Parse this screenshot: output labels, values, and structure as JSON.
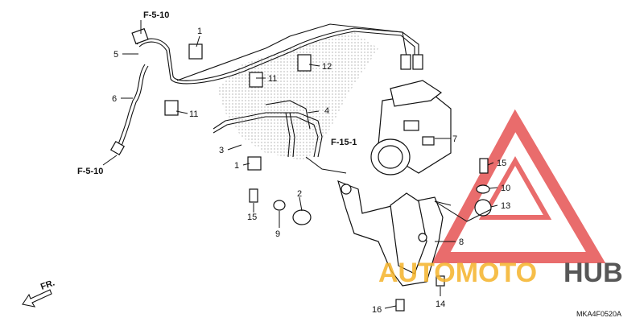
{
  "callouts": [
    "1",
    "1",
    "2",
    "3",
    "4",
    "5",
    "6",
    "7",
    "8",
    "9",
    "10",
    "11",
    "11",
    "12",
    "13",
    "14",
    "15",
    "15",
    "16"
  ],
  "refs": [
    "F-5-10",
    "F-5-10",
    "F-15-1"
  ],
  "direction_label": "FR.",
  "diagram_code": "MKA4F0520A",
  "watermark": {
    "text_a": "AUTOMOTO",
    "text_b": "HUB",
    "color_a": "#f5b32a",
    "color_b": "#3a3a3a",
    "triangle_color": "#e23b3b"
  }
}
